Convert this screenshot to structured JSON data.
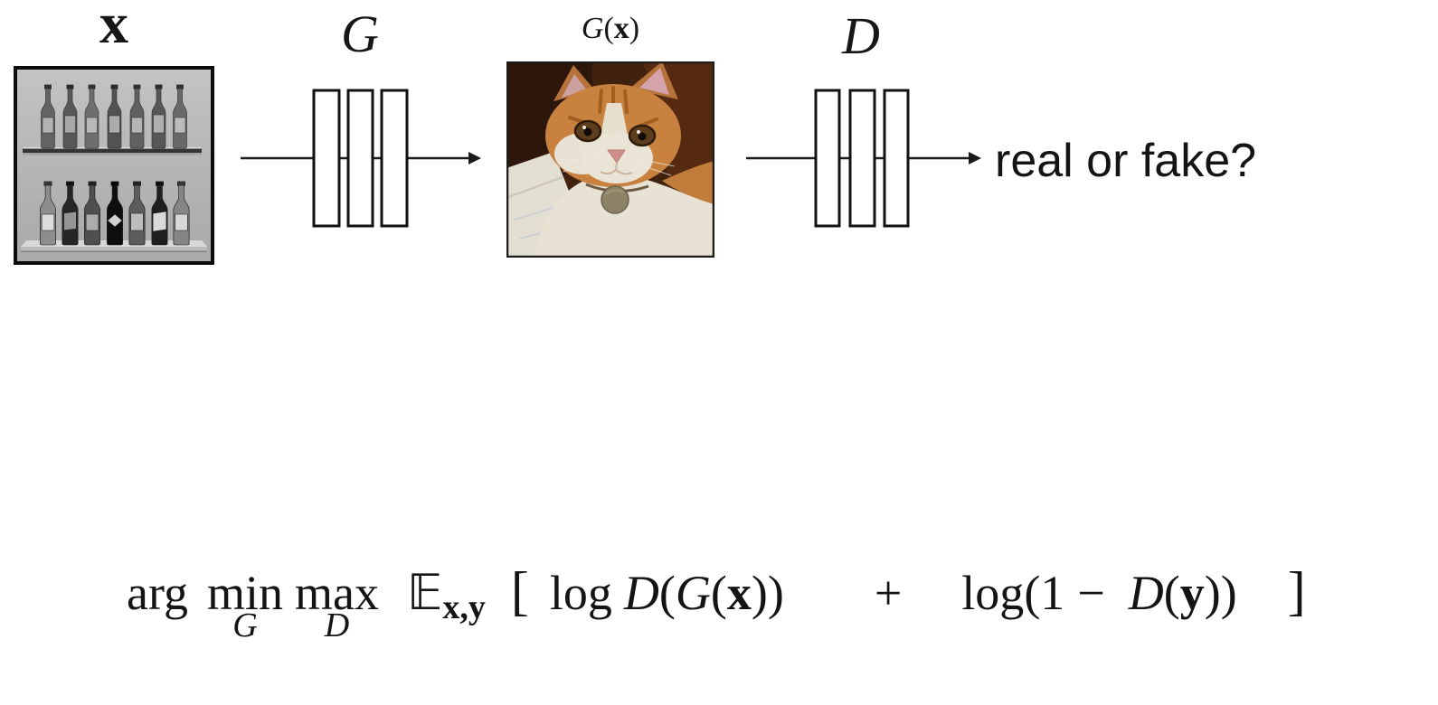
{
  "slide": {
    "background": "#ffffff",
    "output_question": "real or fake?"
  },
  "diagram": {
    "input_label": "x",
    "generator_label": "G",
    "generated_label": {
      "g": "G",
      "open": "(",
      "x": "x",
      "close": ")"
    },
    "discriminator_label": "D",
    "input_image_icon": "bottles-on-shelves-photo",
    "generated_image_icon": "cat-face-photo",
    "network_icon": "three-layer-network-rectangles",
    "flow_icon": "right-arrow"
  },
  "formula": {
    "arg": "arg",
    "min": "min",
    "min_sub": "G",
    "max": "max",
    "max_sub": "D",
    "expectation": "𝔼",
    "expectation_sub": "x,y",
    "open_bracket": "[",
    "log1": "log",
    "d1": "D",
    "p1": "(",
    "g1": "G",
    "p2": "(",
    "x_bold": "x",
    "close1": "))",
    "plus": "+",
    "log2": "log",
    "t2_open": "(1",
    "minus": "−",
    "d2": "D",
    "p3": "(",
    "y_bold": "y",
    "close2": "))",
    "close_bracket": "]"
  },
  "colors": {
    "ink": "#1a1a1a",
    "wall_gray": "#b5b5b5",
    "cat_background_brown": "#40220f",
    "cat_orange": "#c8813f",
    "network_fill": "#ffffff"
  }
}
